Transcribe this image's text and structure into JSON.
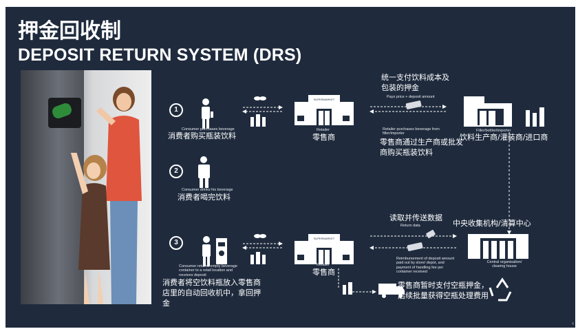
{
  "title_cn": "押金回收制",
  "title_en": "DEPOSIT RETURN SYSTEM (DRS)",
  "steps": [
    {
      "num": "1",
      "en": "Consumer purchases beverage",
      "cn": "消费者购买瓶装饮料"
    },
    {
      "num": "2",
      "en": "Consumer drinks his beverage",
      "cn": "消费者喝完饮料"
    },
    {
      "num": "3",
      "en": "Consumer returns empty beverage container to a retail location and receives deposit",
      "cn": "消费者将空饮料瓶放入零售商店里的自动回收机中，拿回押金"
    }
  ],
  "retailer": {
    "en": "Retailer",
    "cn": "零售商",
    "sign": "SUPERMARKET"
  },
  "payment": {
    "cn": "统一支付饮料成本及包装的押金",
    "en": "Pays price + deposit amount"
  },
  "retailer_purchase": {
    "en": "Retailer purchases beverage from filler/importer",
    "cn": "零售商通过生产商或批发商购买瓶装饮料"
  },
  "filler": {
    "en": "Filler/bottler/importer",
    "cn": "饮料生产商/灌装商/进口商"
  },
  "return_data": {
    "cn": "读取并传送数据",
    "en": "Return data"
  },
  "central": {
    "cn": "中央收集机构/清算中心",
    "en": "Central organisation/ clearing house"
  },
  "reimbursement": {
    "en": "Reimbursement of deposit amount paid out by store/ depot, and payment of handling fee per container received",
    "cn": "零售商暂时支付空瓶押金，后续批量获得空瓶处理费用"
  },
  "page_number": "4",
  "colors": {
    "background": "#1f2b3d",
    "text": "#ffffff",
    "line": "#ffffff"
  }
}
